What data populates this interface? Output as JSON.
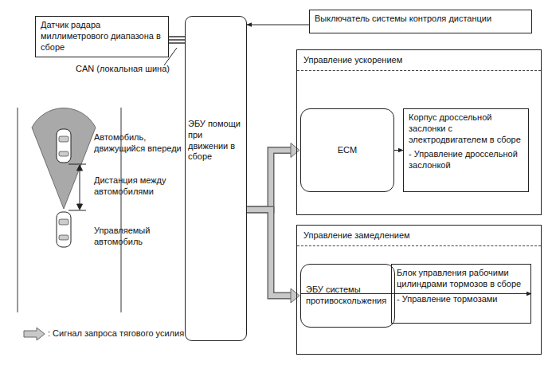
{
  "diagram": {
    "nodes": [
      {
        "text": [
          "Датчик радара миллиметрового диапазона в сборе"
        ]
      },
      {
        "text": [
          "ЭБУ помощи при движении в сборе"
        ]
      },
      {
        "text": [
          "Выключатель системы контроля дистанции"
        ]
      },
      {
        "text": [
          "Управление ускорением"
        ]
      },
      {
        "text": [
          "ECM"
        ],
        "in": 3
      },
      {
        "text": [
          "Корпус дроссельной заслонки с электродвигателем в сборе",
          "- Управление дроссельной заслонкой"
        ],
        "in": 3
      },
      {
        "text": [
          "Управление замедлением"
        ]
      },
      {
        "text": [
          "ЭБУ системы противоскольжения"
        ],
        "in": 6
      },
      {
        "text": [
          "Блок управления рабочими цилиндрами тормозов в сборе",
          "- Управление тормозами"
        ],
        "in": 6
      }
    ],
    "edges": [
      {
        "from": 0,
        "to": 1,
        "arrow": "none"
      },
      {
        "from": 2,
        "to": 1,
        "arrow": "to"
      },
      {
        "from": 1,
        "to": 4,
        "arrow": "to"
      },
      {
        "from": 1,
        "to": 7,
        "arrow": "to"
      },
      {
        "from": 4,
        "to": 5,
        "arrow": "to"
      },
      {
        "from": 7,
        "to": 8,
        "arrow": "to"
      }
    ],
    "labels": [
      "CAN (локальная шина)",
      "Автомобиль, движущийся впереди",
      "Дистанция между автомобилями",
      "Управляемый автомобиль"
    ],
    "legend": [
      {
        "text": ": Сигнал запроса тягового усилия"
      }
    ]
  }
}
